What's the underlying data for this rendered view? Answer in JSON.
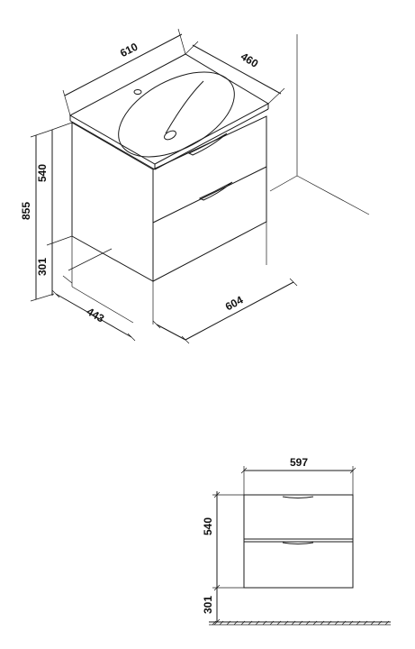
{
  "isometric": {
    "width_top": "610",
    "depth_top": "460",
    "height_cabinet": "540",
    "height_total": "855",
    "height_floor": "301",
    "depth_bottom": "443",
    "width_bottom": "604"
  },
  "front": {
    "width": "597",
    "height_cabinet": "540",
    "height_floor": "301"
  }
}
